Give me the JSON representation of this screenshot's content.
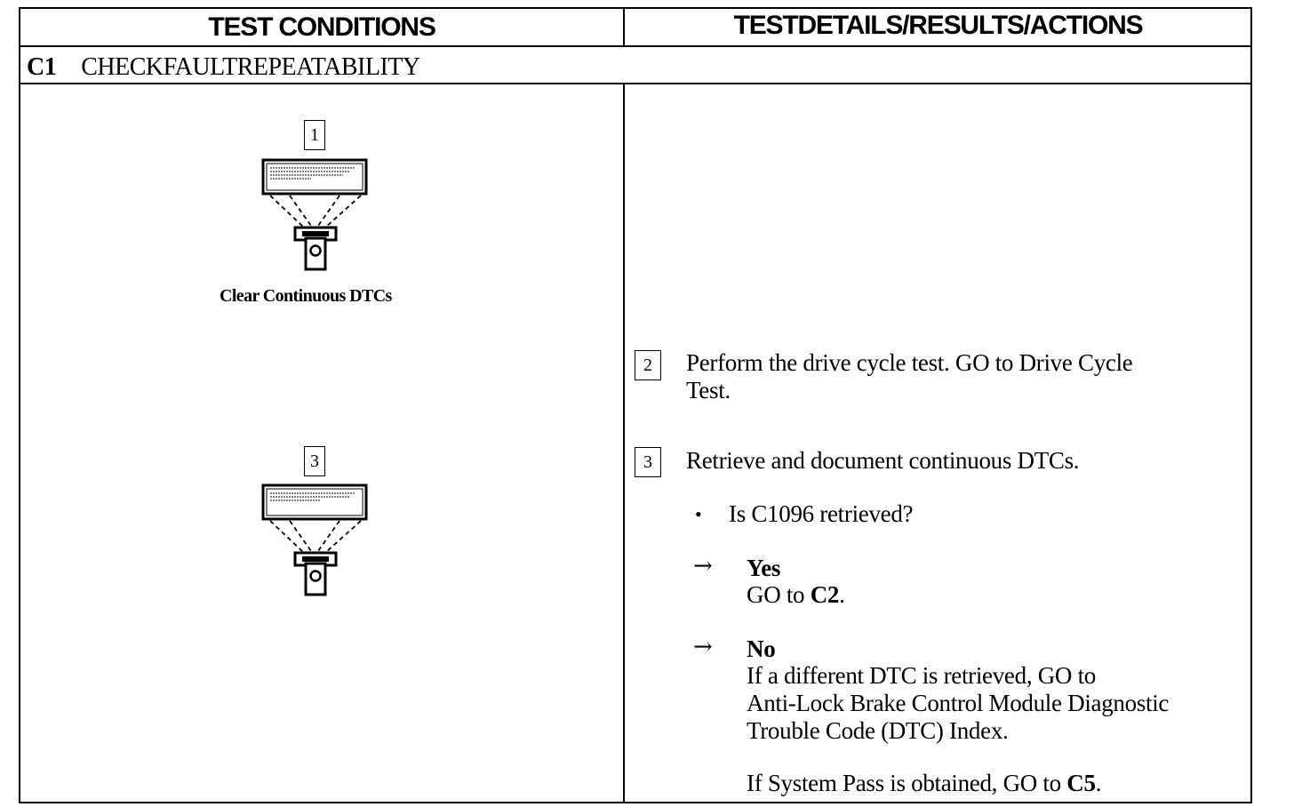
{
  "header": {
    "left": "TEST CONDITIONS",
    "right": "TESTDETAILS/RESULTS/ACTIONS"
  },
  "section": {
    "code": "C1",
    "title": "CHECKFAULTREPEATABILITY"
  },
  "left_column": {
    "step1_number": "1",
    "step1_caption": "Clear Continuous DTCs",
    "step3_number": "3"
  },
  "right_column": {
    "step2_number": "2",
    "step2_text_line1": "Perform the drive cycle test. GO to Drive Cycle",
    "step2_text_line2": "Test.",
    "step3_number": "3",
    "step3_text": "Retrieve and document continuous DTCs.",
    "bullet": "•",
    "question": "Is C1096 retrieved?",
    "arrow": "→",
    "yes_label": "Yes",
    "yes_go": "GO to ",
    "yes_target": "C2",
    "yes_period": ".",
    "no_label": "No",
    "no_line1": "If a different DTC is retrieved, GO to",
    "no_line2": "Anti-Lock Brake Control Module Diagnostic",
    "no_line3": "Trouble Code (DTC) Index.",
    "pass_text": "If System Pass is obtained, GO to ",
    "pass_target": "C5",
    "pass_period": "."
  }
}
